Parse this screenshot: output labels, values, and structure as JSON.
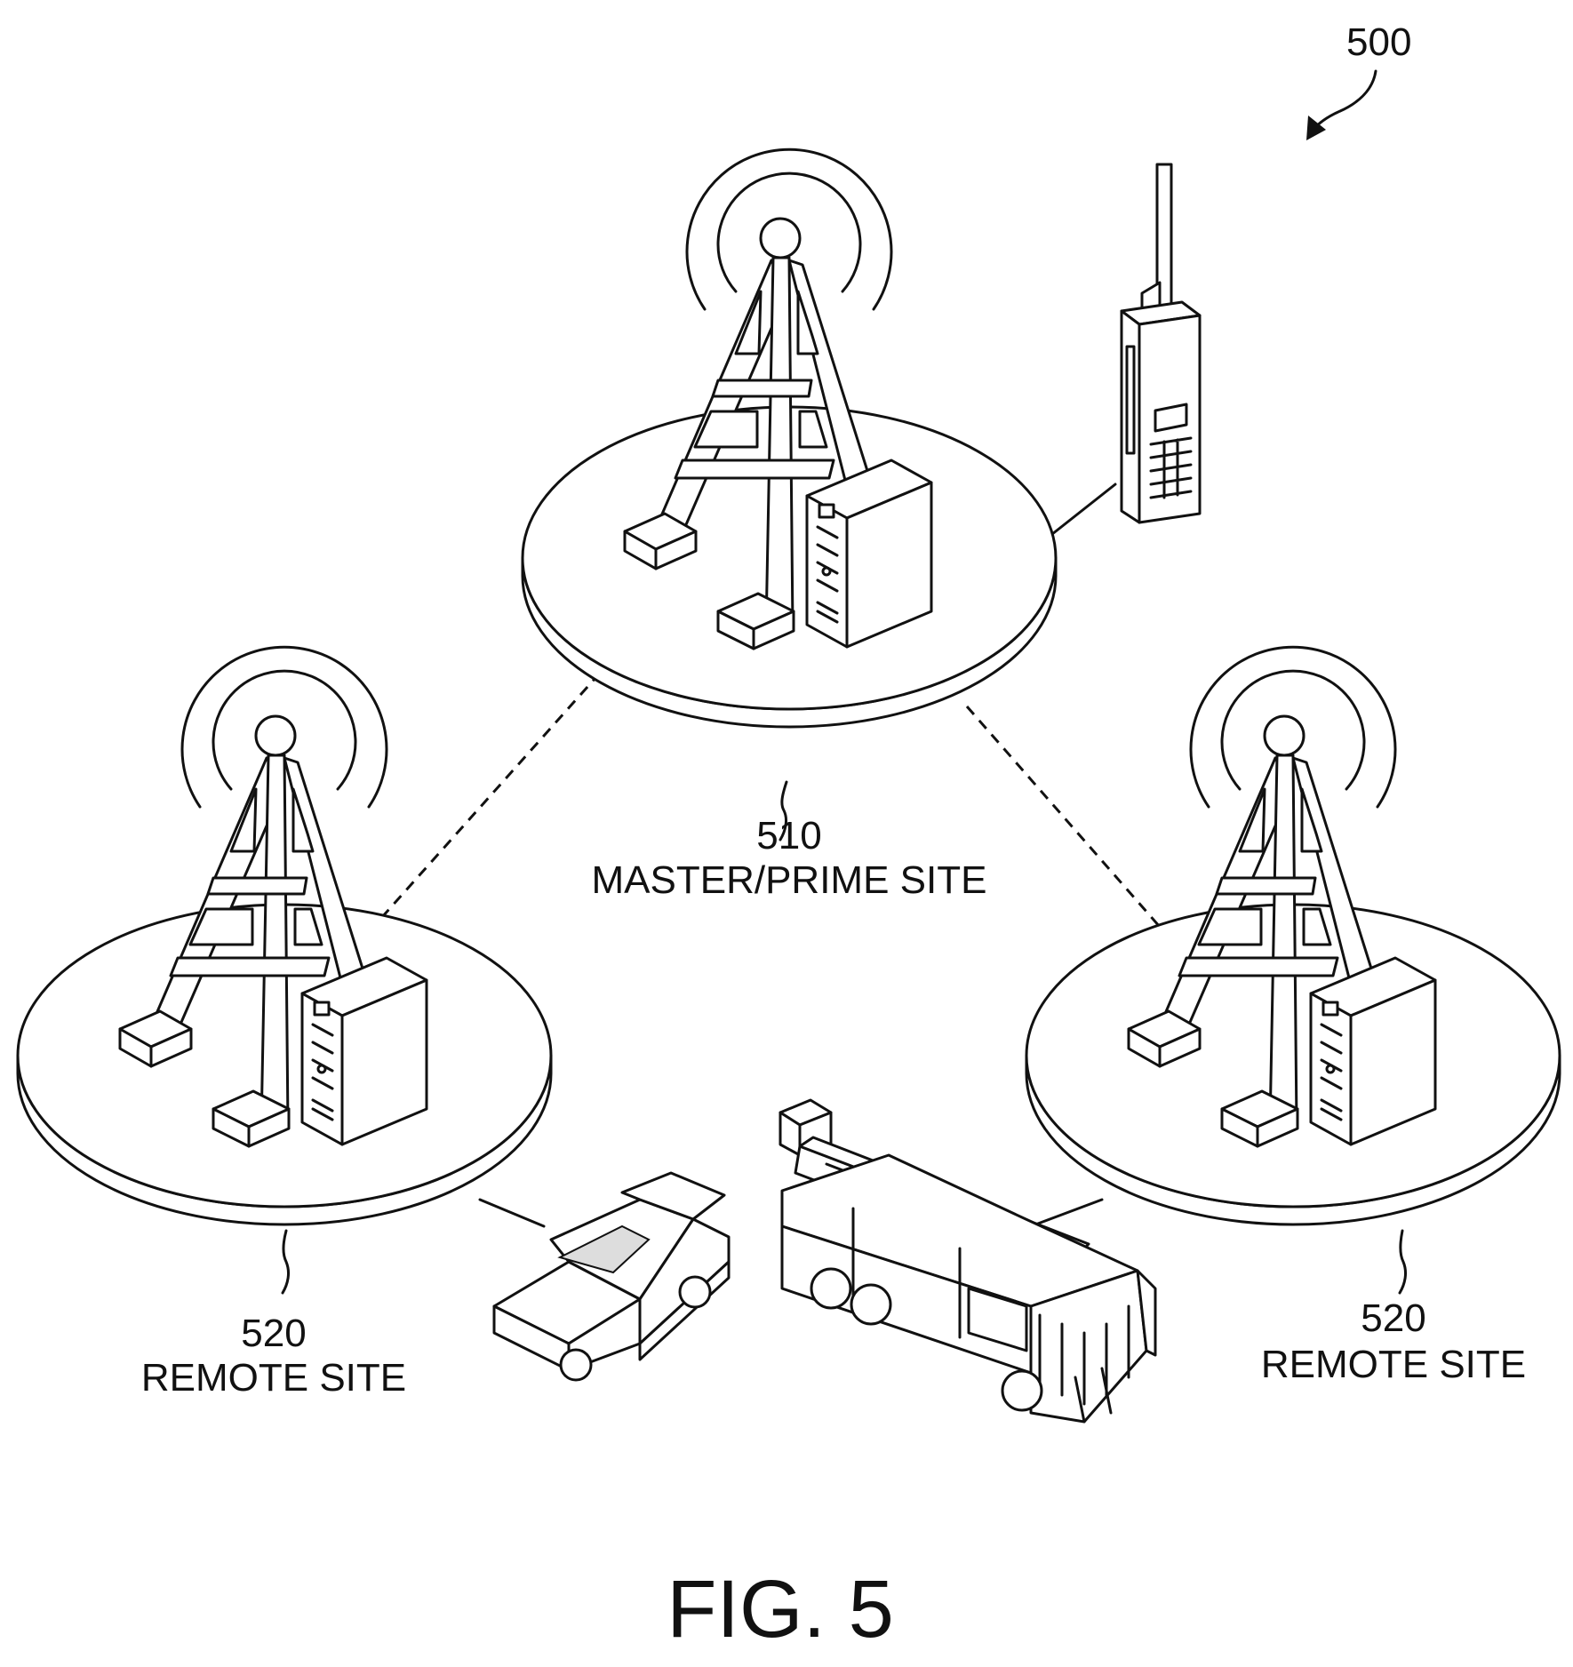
{
  "figure": {
    "caption": "FIG. 5",
    "reference": "500",
    "sites": [
      {
        "id": "master",
        "number": "510",
        "label": "MASTER/PRIME SITE"
      },
      {
        "id": "remote-left",
        "number": "520",
        "label": "REMOTE SITE"
      },
      {
        "id": "remote-right",
        "number": "520",
        "label": "REMOTE SITE"
      }
    ],
    "devices": [
      "handheld-radio-icon",
      "police-car-icon",
      "fire-truck-icon"
    ],
    "links": [
      {
        "from": "master",
        "to": "remote-left",
        "style": "dashed"
      },
      {
        "from": "master",
        "to": "remote-right",
        "style": "dashed"
      },
      {
        "from": "master",
        "to": "handheld-radio",
        "style": "solid"
      },
      {
        "from": "remote-left",
        "to": "police-car",
        "style": "solid"
      },
      {
        "from": "remote-right",
        "to": "fire-truck",
        "style": "solid"
      }
    ]
  }
}
